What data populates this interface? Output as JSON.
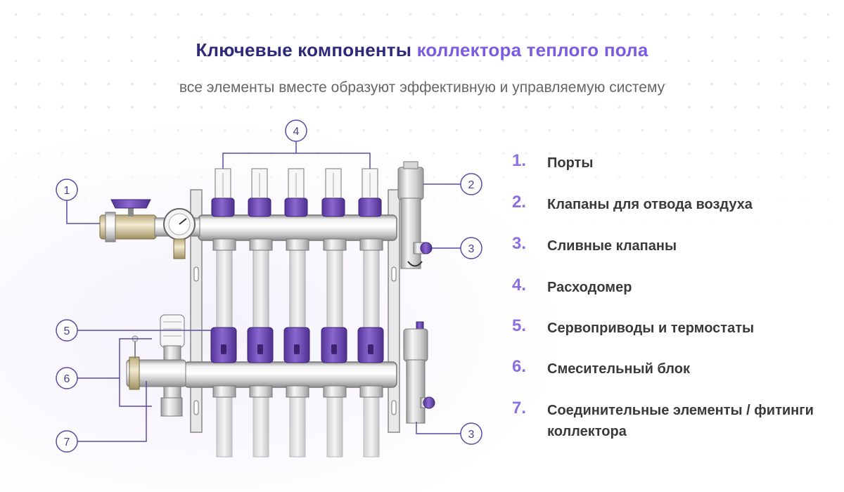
{
  "header": {
    "title_main": "Ключевые компоненты ",
    "title_accent": "коллектора теплого пола",
    "subtitle": "все элементы вместе образуют эффективную и управляемую систему"
  },
  "callouts": {
    "c1": "1",
    "c2": "2",
    "c3a": "3",
    "c3b": "3",
    "c4": "4",
    "c5": "5",
    "c6": "6",
    "c7": "7"
  },
  "legend": [
    {
      "num": "1.",
      "label": "Порты"
    },
    {
      "num": "2.",
      "label": "Клапаны для отвода воздуха"
    },
    {
      "num": "3.",
      "label": "Сливные клапаны"
    },
    {
      "num": "4.",
      "label": "Расходомер"
    },
    {
      "num": "5.",
      "label": "Сервоприводы и термостаты"
    },
    {
      "num": "6.",
      "label": "Смесительный блок"
    },
    {
      "num": "7.",
      "label": "Соединительные элементы / фитинги коллектора"
    }
  ],
  "colors": {
    "accent": "#7b5ce0",
    "title": "#2e2a7a",
    "purple_part": "#6e4fb8",
    "callout_line": "#5a4aa8"
  }
}
